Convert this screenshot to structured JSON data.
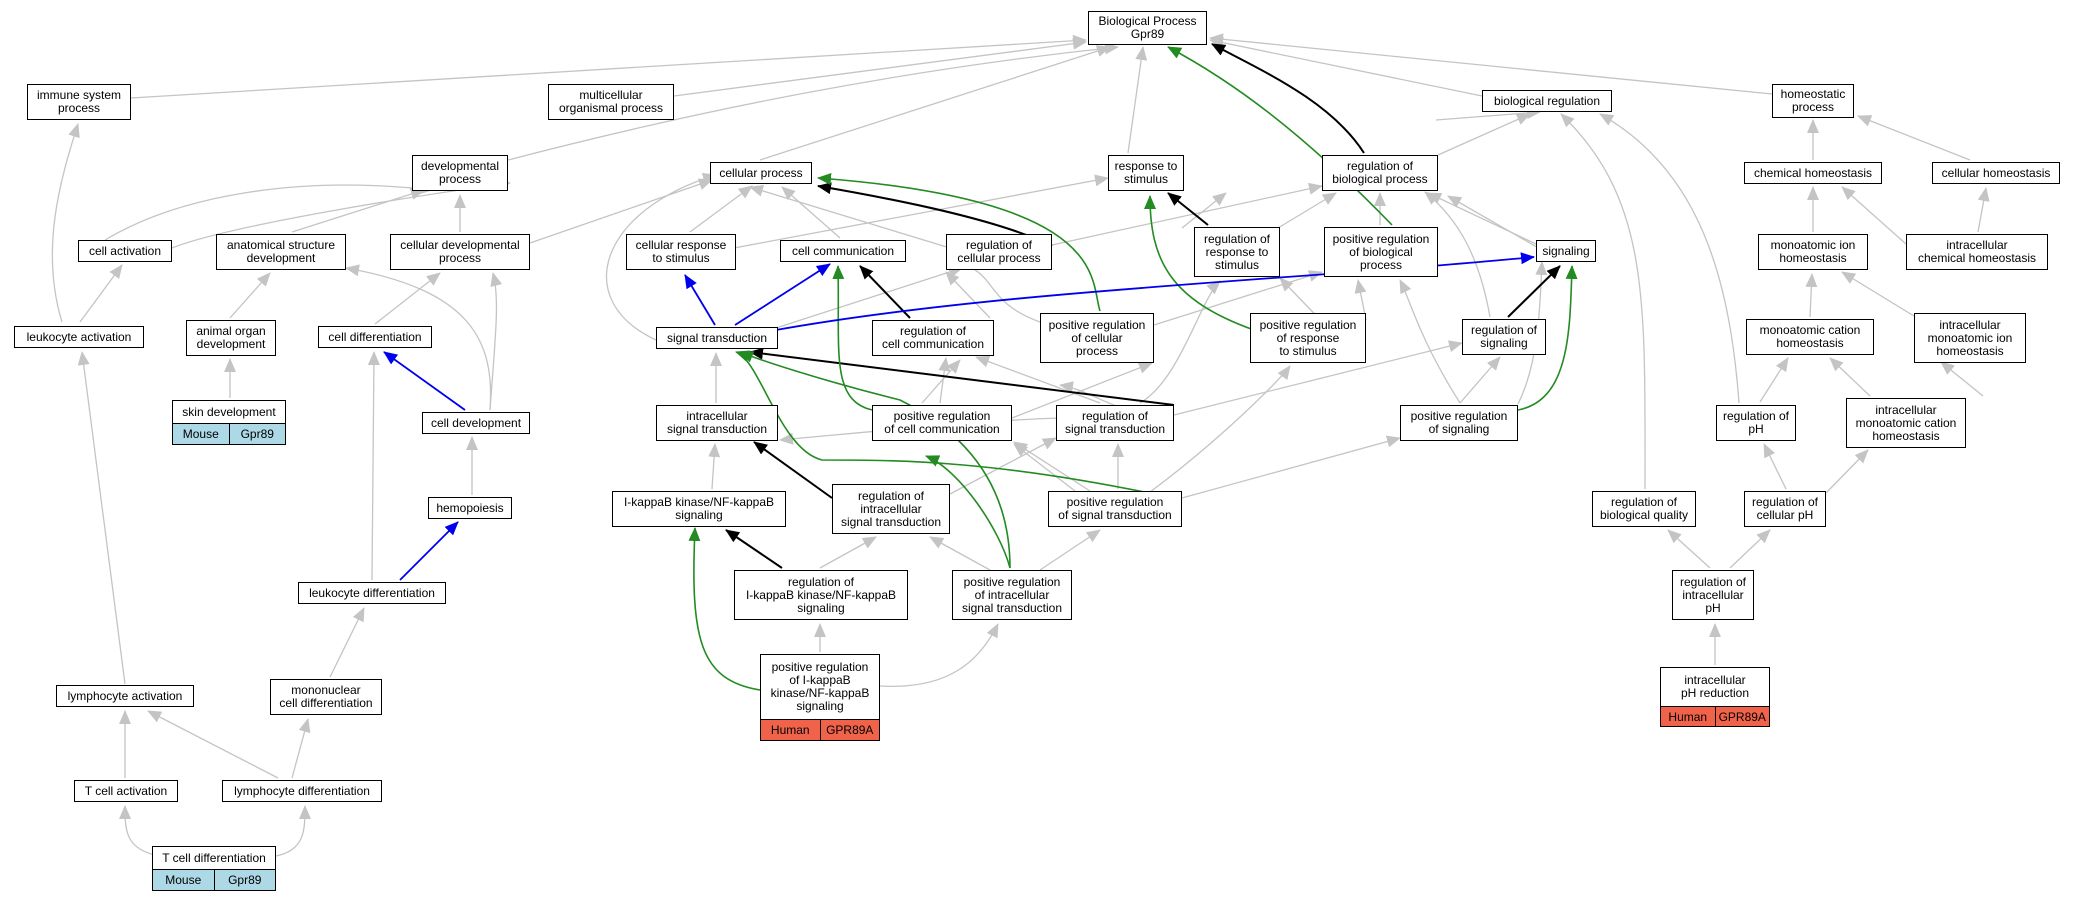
{
  "colors": {
    "default_edge": "#c4c4c4",
    "black_edge": "#000000",
    "green_edge": "#228b22",
    "blue_edge": "#0000ee",
    "mouse_fill": "#add8e6",
    "human_fill": "#f0624a"
  },
  "nodes": {
    "bp": "Biological Process\nGpr89",
    "immune": "immune system\nprocess",
    "multi": "multicellular\norganismal process",
    "biolreg": "biological regulation",
    "homeo": "homeostatic\nprocess",
    "devproc": "developmental\nprocess",
    "cellproc": "cellular process",
    "resp": "response to\nstimulus",
    "regbp": "regulation of\nbiological process",
    "chemhom": "chemical homeostasis",
    "cellhom": "cellular homeostasis",
    "cellact": "cell activation",
    "anatdev": "anatomical structure\ndevelopment",
    "celldevproc": "cellular developmental\nprocess",
    "cellresp": "cellular response\nto stimulus",
    "cellcomm": "cell communication",
    "regcp": "regulation of\ncellular process",
    "regresp": "regulation of\nresponse to\nstimulus",
    "posbp": "positive regulation\nof biological\nprocess",
    "signaling": "signaling",
    "monohom": "monoatomic ion\nhomeostasis",
    "intchemhom": "intracellular\nchemical homeostasis",
    "leukact": "leukocyte activation",
    "animaldev": "animal organ\ndevelopment",
    "celldiff": "cell differentiation",
    "sigtrans": "signal transduction",
    "regcellcomm": "regulation of\ncell communication",
    "poscp": "positive regulation\nof cellular\nprocess",
    "posresp": "positive regulation\nof response\nto stimulus",
    "regsig": "regulation of\nsignaling",
    "monocat": "monoatomic cation\nhomeostasis",
    "intmonohom": "intracellular\nmonoatomic ion\nhomeostasis",
    "skindev": "skin development",
    "celldev": "cell development",
    "intsig": "intracellular\nsignal transduction",
    "poscellcomm": "positive regulation\nof cell communication",
    "regsigtrans": "regulation of\nsignal transduction",
    "possig": "positive regulation\nof signaling",
    "regph": "regulation of\npH",
    "intmonocat": "intracellular\nmonoatomic cation\nhomeostasis",
    "hemo": "hemopoiesis",
    "ikk": "I-kappaB kinase/NF-kappaB\nsignaling",
    "regintsig": "regulation of\nintracellular\nsignal transduction",
    "possigtrans": "positive regulation\nof signal transduction",
    "regbq": "regulation of\nbiological quality",
    "regcellph": "regulation of\ncellular pH",
    "leukdiff": "leukocyte differentiation",
    "regikk": "regulation of\nI-kappaB kinase/NF-kappaB\nsignaling",
    "posintsig": "positive regulation\nof intracellular\nsignal transduction",
    "regintph": "regulation of\nintracellular\npH",
    "lymphact": "lymphocyte activation",
    "mononuc": "mononuclear\ncell differentiation",
    "posikk": "positive regulation\nof I-kappaB\nkinase/NF-kappaB\nsignaling",
    "intphred": "intracellular\npH reduction",
    "tcellact": "T cell activation",
    "lymphdiff": "lymphocyte differentiation",
    "tcelldiff": "T cell differentiation"
  },
  "annotations": {
    "skindev": {
      "species": "Mouse",
      "gene": "Gpr89"
    },
    "posikk": {
      "species": "Human",
      "gene": "GPR89A"
    },
    "intphred": {
      "species": "Human",
      "gene": "GPR89A"
    },
    "tcelldiff": {
      "species": "Mouse",
      "gene": "Gpr89"
    }
  }
}
